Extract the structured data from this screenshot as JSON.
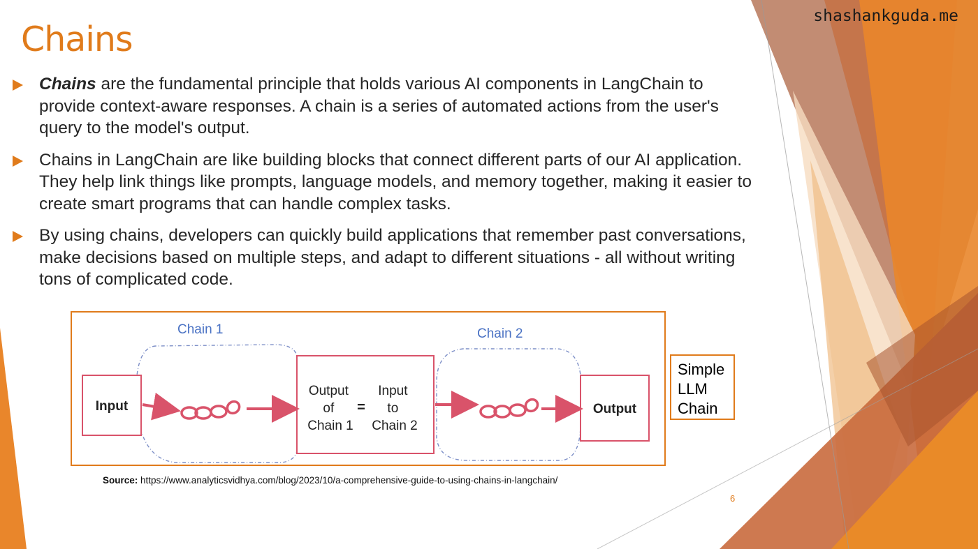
{
  "header": {
    "site": "shashankguda.me",
    "title": "Chains"
  },
  "bullets": [
    {
      "keyword": "Chains",
      "text": " are the fundamental principle that holds various AI components in LangChain to provide context-aware responses. A chain is a series of automated actions from the user's query to the model's output."
    },
    {
      "keyword": "",
      "text": "Chains in LangChain are like building blocks that connect different parts of our AI application. They help link things like prompts, language models, and memory together, making it easier to create smart programs that can handle complex tasks."
    },
    {
      "keyword": "",
      "text": "By using chains, developers can quickly build applications that remember past conversations, make decisions based on multiple steps, and adapt to different situations - all without writing tons of complicated code."
    }
  ],
  "diagram": {
    "chain1_label": "Chain 1",
    "chain2_label": "Chain 2",
    "input_label": "Input",
    "output_label": "Output",
    "middle_left": [
      "Output",
      "of",
      "Chain 1"
    ],
    "equals": "=",
    "middle_right": [
      "Input",
      "to",
      "Chain 2"
    ]
  },
  "caption": [
    "Simple",
    "LLM",
    "Chain"
  ],
  "source": {
    "label": "Source:",
    "url": "https://www.analyticsvidhya.com/blog/2023/10/a-comprehensive-guide-to-using-chains-in-langchain/"
  },
  "page_number": "6",
  "colors": {
    "accent": "#E07B1B",
    "diagram_red": "#D9536A",
    "chain_label_blue": "#4A72C4"
  }
}
